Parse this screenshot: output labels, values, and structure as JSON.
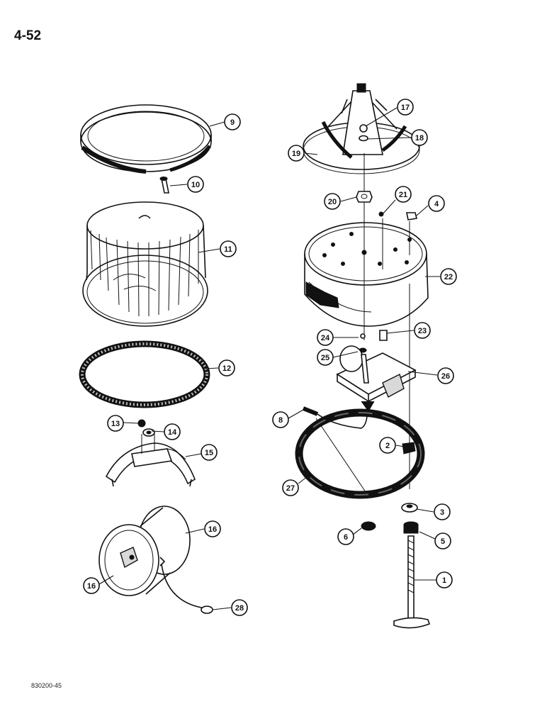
{
  "page_number": "4-52",
  "figure_code": "830200-45",
  "callouts": [
    {
      "n": "1"
    },
    {
      "n": "2"
    },
    {
      "n": "3"
    },
    {
      "n": "4"
    },
    {
      "n": "5"
    },
    {
      "n": "6"
    },
    {
      "n": "8"
    },
    {
      "n": "9"
    },
    {
      "n": "10"
    },
    {
      "n": "11"
    },
    {
      "n": "12"
    },
    {
      "n": "13"
    },
    {
      "n": "14"
    },
    {
      "n": "15"
    },
    {
      "n": "16"
    },
    {
      "n": "16"
    },
    {
      "n": "17"
    },
    {
      "n": "18"
    },
    {
      "n": "19"
    },
    {
      "n": "20"
    },
    {
      "n": "21"
    },
    {
      "n": "22"
    },
    {
      "n": "23"
    },
    {
      "n": "24"
    },
    {
      "n": "25"
    },
    {
      "n": "26"
    },
    {
      "n": "27"
    },
    {
      "n": "28"
    }
  ]
}
